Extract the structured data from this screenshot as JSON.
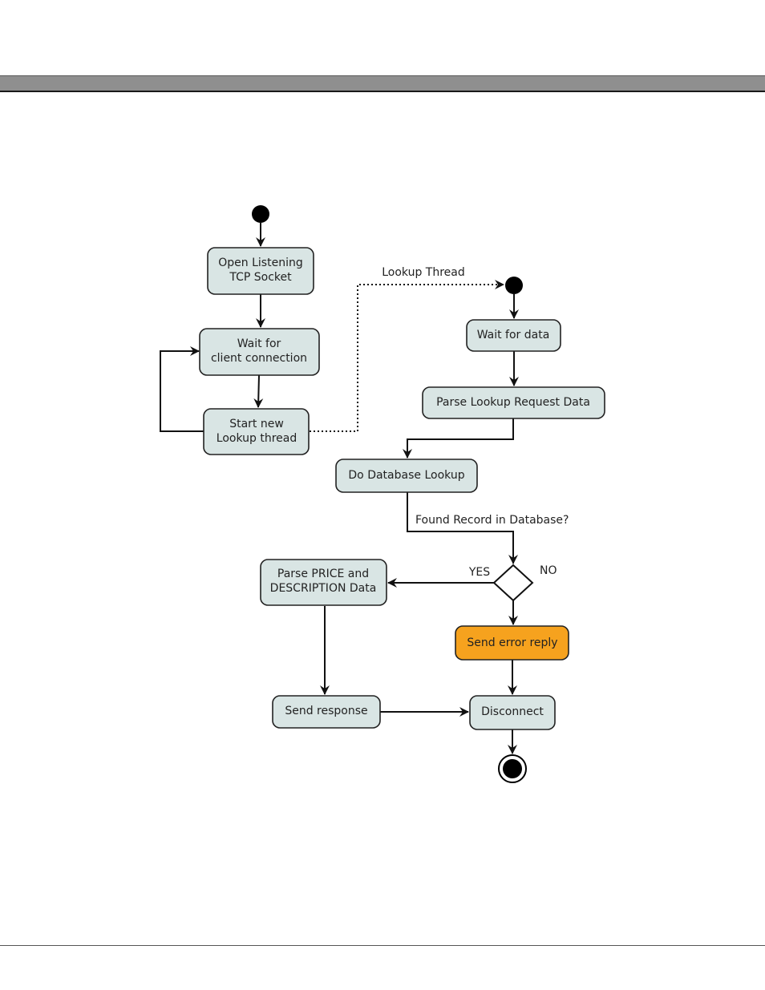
{
  "nodes": {
    "open_socket": [
      "Open Listening",
      "TCP Socket"
    ],
    "wait_client": [
      "Wait for",
      "client connection"
    ],
    "start_thread": [
      "Start new",
      "Lookup thread"
    ],
    "wait_data": [
      "Wait for data"
    ],
    "parse_request": [
      "Parse Lookup Request Data"
    ],
    "db_lookup": [
      "Do Database Lookup"
    ],
    "parse_price": [
      "Parse PRICE and",
      "DESCRIPTION Data"
    ],
    "send_error": [
      "Send error reply"
    ],
    "send_response": [
      "Send response"
    ],
    "disconnect": [
      "Disconnect"
    ]
  },
  "labels": {
    "lookup_thread": "Lookup Thread",
    "found_record": "Found Record in Database?",
    "yes": "YES",
    "no": "NO"
  },
  "colors": {
    "node_fill": "#d9e5e4",
    "error_fill": "#f6a21e"
  }
}
